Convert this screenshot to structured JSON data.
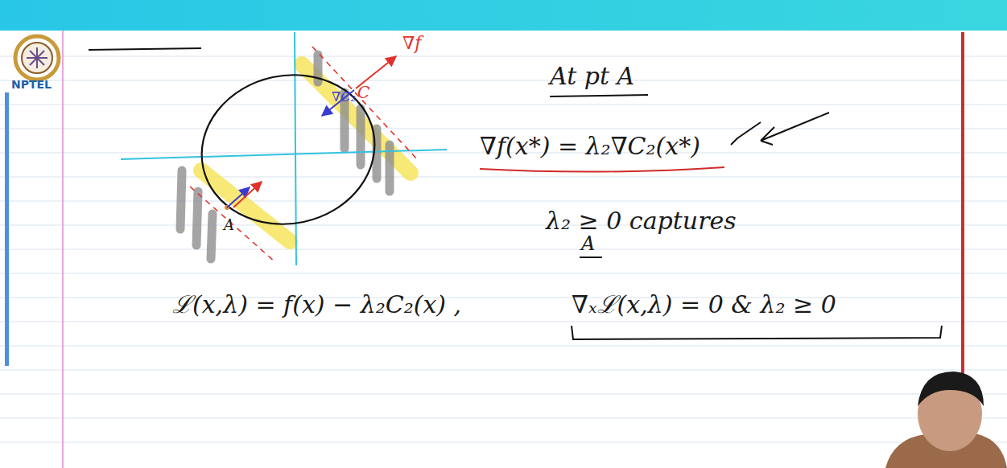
{
  "diagram": {
    "labels": [
      "NPTEL",
      "∇f",
      "C",
      "∇C₂",
      "A",
      "At pt A",
      "∇f(x*) = λ₂∇C₂(x*)",
      "λ₂ ≥ 0 captures",
      "A",
      "ℒ(x,λ) = f(x) − λ₂C₂(x) ,",
      "∇ₓℒ(x,λ) = 0 & λ₂ ≥ 0"
    ]
  }
}
